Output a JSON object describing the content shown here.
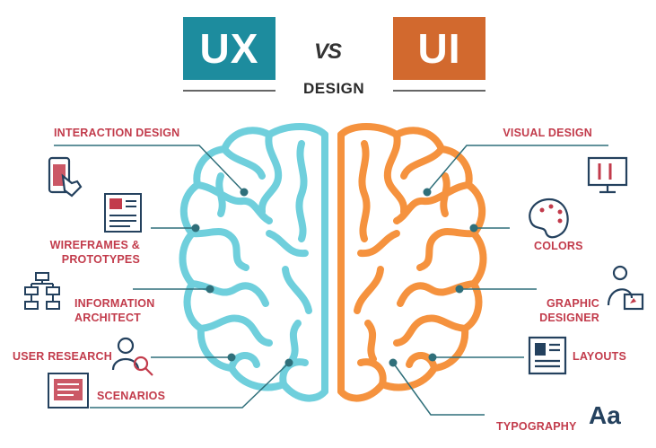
{
  "header": {
    "ux": "UX",
    "vs": "VS",
    "ui": "UI",
    "subtitle": "DESIGN"
  },
  "left_labels": [
    {
      "line1": "INTERACTION DESIGN",
      "line2": ""
    },
    {
      "line1": "WIREFRAMES &",
      "line2": "PROTOTYPES"
    },
    {
      "line1": "INFORMATION",
      "line2": "ARCHITECT"
    },
    {
      "line1": "USER RESEARCH",
      "line2": ""
    },
    {
      "line1": "SCENARIOS",
      "line2": ""
    }
  ],
  "right_labels": [
    {
      "line1": "VISUAL DESIGN",
      "line2": ""
    },
    {
      "line1": "COLORS",
      "line2": ""
    },
    {
      "line1": "GRAPHIC",
      "line2": "DESIGNER"
    },
    {
      "line1": "LAYOUTS",
      "line2": ""
    },
    {
      "line1": "TYPOGRAPHY",
      "line2": ""
    }
  ],
  "typography_glyph": "Aa",
  "colors": {
    "ux": "#1d8c9e",
    "ui": "#d2692e",
    "left_brain": "#6fcfdc",
    "right_brain": "#f5923e",
    "label": "#c23b4b",
    "connector": "#2f6f7a",
    "icon": "#24415e"
  },
  "icons": {
    "left": [
      "tablet-touch-icon",
      "wireframe-icon",
      "sitemap-icon",
      "user-search-icon",
      "scenario-document-icon"
    ],
    "right": [
      "monitor-design-icon",
      "palette-icon",
      "designer-icon",
      "layout-icon",
      "typography-icon"
    ]
  }
}
